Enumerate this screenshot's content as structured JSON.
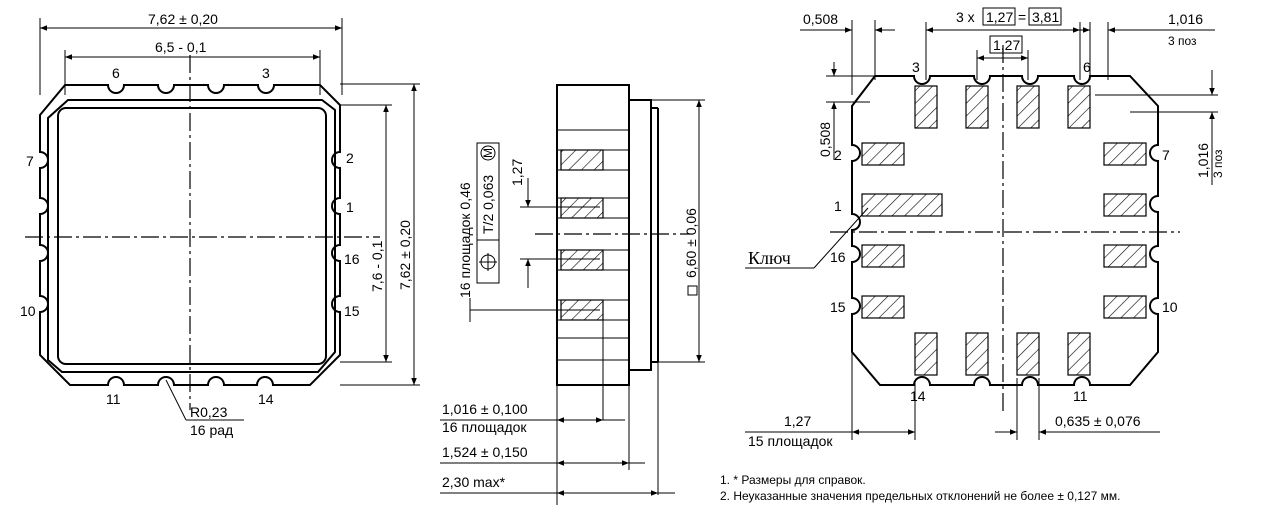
{
  "left_view": {
    "dim_overall_width": "7,62 ± 0,20",
    "dim_inner_width": "6,5 - 0,1",
    "dim_inner_height": "7,6 - 0,1",
    "dim_overall_height": "7,62 ± 0,20",
    "radius_label": "R0,23",
    "radius_count": "16 рад",
    "pins": [
      "6",
      "3",
      "7",
      "2",
      "1",
      "16",
      "10",
      "15",
      "11",
      "14"
    ]
  },
  "middle_view": {
    "pads_label": "16 площадок 0,46",
    "tolerance_value": "T/2  0,063",
    "tolerance_modifier": "M",
    "pitch": "1,27",
    "square_size": "6,60 ± 0,06",
    "dim_pad_width": "1,016 ± 0,100",
    "dim_pad_count": "16 площадок",
    "dim_depth": "1,524 ± 0,150",
    "dim_height": "2,30 max*"
  },
  "right_view": {
    "dim_left_top": "0,508",
    "dim_pitch_prefix": "3 x",
    "dim_pitch_value": "1,27",
    "dim_pitch_total": "3,81",
    "dim_pitch_single": "1,27",
    "dim_right_top": "1,016",
    "dim_right_top_count": "3 поз",
    "dim_left_vertical": "0,508",
    "dim_right_vertical": "1,016",
    "dim_right_vertical_count": "3 поз",
    "key_label": "Ключ",
    "dim_bottom_left": "1,27",
    "dim_bottom_left_count": "15 площадок",
    "dim_bottom_right": "0,635 ± 0,076",
    "pins": [
      "3",
      "6",
      "2",
      "7",
      "1",
      "16",
      "15",
      "10",
      "14",
      "11"
    ]
  },
  "notes": [
    "1. * Размеры для справок.",
    "2. Неуказанные значения предельных отклонений не более ± 0,127 мм."
  ]
}
